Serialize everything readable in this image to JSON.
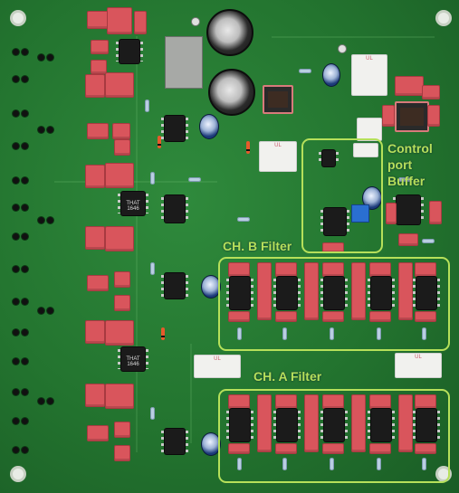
{
  "annotations": {
    "control_label_line1": "Control",
    "control_label_line2": "port",
    "control_label_line3": "Buffer",
    "ch_b_label": "CH. B Filter",
    "ch_a_label": "CH. A Filter"
  },
  "chip_markings": {
    "that_1646": "THAT 1646",
    "relay_marking": "UL"
  },
  "colors": {
    "pcb": "#23742f",
    "annotation": "#b6e05a",
    "film_cap": "#d9555c"
  }
}
